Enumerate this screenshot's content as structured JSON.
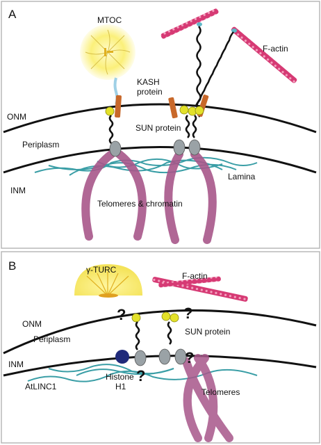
{
  "panel_a": {
    "letter": "A",
    "mtoc": "MTOC",
    "f_actin": "F-actin",
    "kash_line1": "KASH",
    "kash_line2": "protein",
    "onm": "ONM",
    "periplasm": "Periplasm",
    "sun_protein": "SUN protein",
    "inm": "INM",
    "telomeres_chromatin": "Telomeres & chromatin",
    "lamina": "Lamina"
  },
  "panel_b": {
    "letter": "B",
    "gamma_turc": "γ-TURC",
    "f_actin": "F-actin",
    "onm": "ONM",
    "periplasm": "Periplasm",
    "sun_protein": "SUN protein",
    "inm": "INM",
    "histone_line1": "Histone",
    "histone_line2": "H1",
    "atlinc1": "AtLINC1",
    "telomeres": "Telomeres",
    "question_marks": [
      "?",
      "?",
      "?",
      "?"
    ]
  },
  "colors": {
    "membrane": "#111111",
    "lamina": "#3a9ea6",
    "chromatin": "#a8578a",
    "kash": "#c8682a",
    "sun_head": "#e3e12a",
    "sun_trimer": "#9aa2a6",
    "actin": "#d63a74",
    "mtoc_glow": "#fbf07a",
    "histone": "#1f2a7a",
    "border": "#b8b8b8"
  }
}
